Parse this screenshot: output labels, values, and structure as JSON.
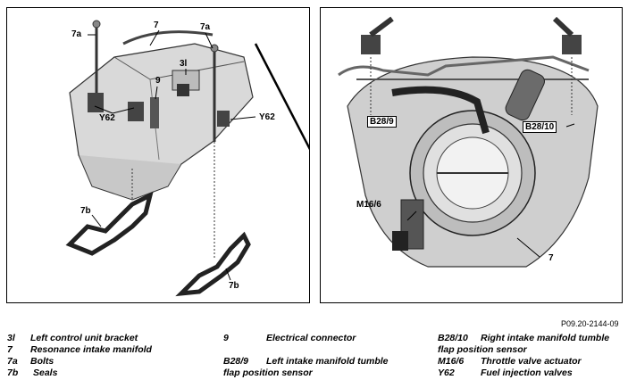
{
  "figure_ref": "P09.20-2144-09",
  "left_callouts": {
    "c_7a_left": "7a",
    "c_7": "7",
    "c_7a_right": "7a",
    "c_3l": "3l",
    "c_9": "9",
    "c_y62_left": "Y62",
    "c_y62_right": "Y62",
    "c_7b_top": "7b",
    "c_7b_bottom": "7b"
  },
  "right_callouts": {
    "c_b28_9": "B28/9",
    "c_b28_10": "B28/10",
    "c_m16_6": "M16/6",
    "c_7": "7"
  },
  "legend": [
    {
      "code": "3l",
      "text": "Left control unit bracket"
    },
    {
      "code": "7",
      "text": "Resonance intake manifold"
    },
    {
      "code": "7a",
      "text": "Bolts"
    },
    {
      "code": "7b",
      "text": "Seals"
    },
    {
      "code": "9",
      "text": "Electrical connector"
    },
    {
      "code": "B28/9",
      "text": "Left intake manifold tumble",
      "text2": "flap position sensor"
    },
    {
      "code": "B28/10",
      "text": "Right intake manifold tumble",
      "text2": "flap position sensor"
    },
    {
      "code": "M16/6",
      "text": "Throttle valve actuator"
    },
    {
      "code": "Y62",
      "text": "Fuel injection valves"
    }
  ]
}
